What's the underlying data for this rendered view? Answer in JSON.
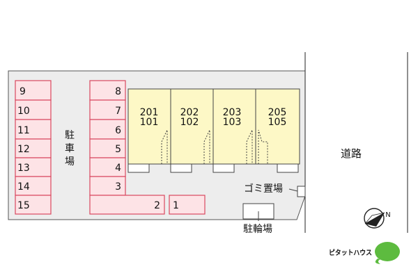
{
  "parking": {
    "label": [
      "駐",
      "車",
      "場"
    ],
    "spaces": [
      {
        "number": "9"
      },
      {
        "number": "10"
      },
      {
        "number": "11"
      },
      {
        "number": "12"
      },
      {
        "number": "13"
      },
      {
        "number": "14"
      },
      {
        "number": "15"
      },
      {
        "number": "8"
      },
      {
        "number": "7"
      },
      {
        "number": "6"
      },
      {
        "number": "5"
      },
      {
        "number": "4"
      },
      {
        "number": "3"
      },
      {
        "number": "2"
      },
      {
        "number": "1"
      }
    ]
  },
  "building": {
    "units": [
      {
        "upper": "201",
        "lower": "101"
      },
      {
        "upper": "202",
        "lower": "102"
      },
      {
        "upper": "203",
        "lower": "103"
      },
      {
        "upper": "205",
        "lower": "105"
      }
    ]
  },
  "road_label": "道路",
  "garbage_label": "ゴミ置場",
  "bicycle_label": "駐輪場",
  "compass": {
    "north_letter": "N"
  },
  "brand": {
    "name": "ピタットハウス"
  },
  "colors": {
    "parking_fill": "#fde3e6",
    "parking_stroke": "#d9485f",
    "building_fill": "#fdf8c6",
    "lot_fill": "#ededed",
    "logo_green": "#5dbb3f"
  }
}
